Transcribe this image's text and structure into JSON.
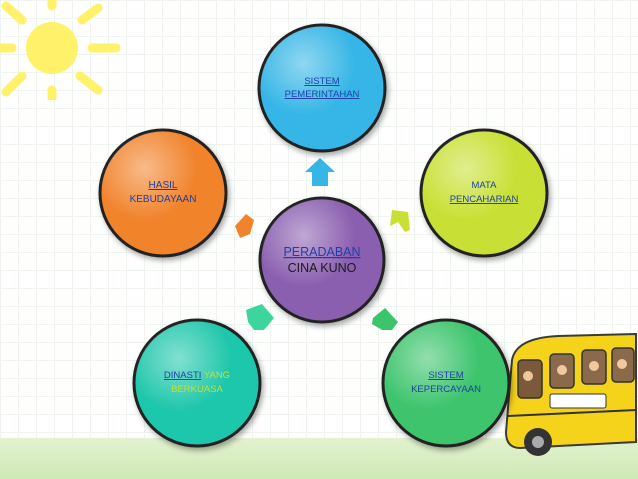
{
  "diagram": {
    "center": {
      "line1": "PERADABAN",
      "line2": "CINA KUNO",
      "color": "#8b5fb0"
    },
    "nodes": [
      {
        "id": "top",
        "line1": "SISTEM",
        "line2": "PEMERINTAHAN",
        "color": "#35b6e6"
      },
      {
        "id": "right",
        "line1": "MATA",
        "line2": "PENCAHARIAN",
        "color": "#c8e034"
      },
      {
        "id": "bottom-right",
        "line1": "SISTEM",
        "line2": "KEPERCAYAAN",
        "color": "#3cc46c"
      },
      {
        "id": "bottom-left",
        "line1a": "DINASTI",
        "line1b": " YANG",
        "line2": "BERKUASA",
        "color": "#1fc7ab"
      },
      {
        "id": "left",
        "line1": "HASIL",
        "line2": "KEBUDAYAAN",
        "color": "#f1832c"
      }
    ]
  },
  "colors": {
    "link_text": "#1f3fa8",
    "accent_text": "#c6e035",
    "sun": "#fff16a",
    "bus": "#f5d31b"
  },
  "icons": [
    "sun-icon",
    "school-bus-icon"
  ]
}
